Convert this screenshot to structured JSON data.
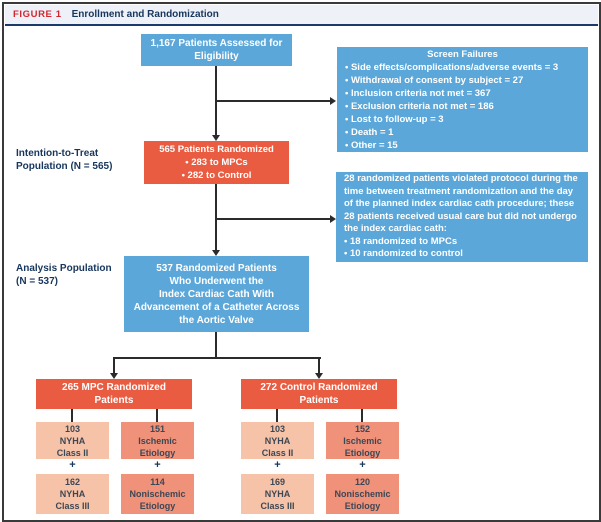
{
  "header": {
    "figure_label": "FIGURE 1",
    "title": "Enrollment and Randomization"
  },
  "colors": {
    "box_blue": "#5ba7d9",
    "box_red": "#e95c41",
    "box_peach": "#f6c3a9",
    "box_salmon": "#f0917a",
    "navy_text": "#17365d",
    "figure_label_red": "#d22630"
  },
  "flow": {
    "assessed": {
      "text": "1,167 Patients Assessed for Eligibility"
    },
    "screen_failures": {
      "title": "Screen Failures",
      "items": [
        "• Side effects/complications/adverse events = 3",
        "• Withdrawal of consent by subject = 27",
        "• Inclusion criteria not met = 367",
        "• Exclusion criteria not met = 186",
        "• Lost to follow-up = 3",
        "• Death = 1",
        "• Other = 15"
      ]
    },
    "itt_label": {
      "line1": "Intention-to-Treat",
      "line2": "Population (N = 565)"
    },
    "randomized": {
      "title": "565 Patients Randomized",
      "items": [
        "• 283 to MPCs",
        "• 282 to Control"
      ]
    },
    "protocol_violation": {
      "text": "28 randomized patients violated protocol during the time between treatment randomization and the day of the planned index cardiac cath procedure; these 28 patients received usual care but did not undergo the index cardiac cath:",
      "items": [
        "• 18 randomized to MPCs",
        "• 10 randomized to control"
      ]
    },
    "analysis_label": {
      "line1": "Analysis Population",
      "line2": "(N = 537)"
    },
    "analysis_box": {
      "lines": [
        "537 Randomized Patients",
        "Who Underwent the",
        "Index Cardiac Cath With",
        "Advancement of a Catheter Across",
        "the Aortic Valve"
      ]
    }
  },
  "arms": {
    "mpc": {
      "title_lines": [
        "265 MPC Randomized",
        "Patients"
      ],
      "boxes": [
        {
          "lines": [
            "103",
            "NYHA",
            "Class II"
          ]
        },
        {
          "lines": [
            "151",
            "Ischemic",
            "Etiology"
          ]
        },
        {
          "lines": [
            "162",
            "NYHA",
            "Class III"
          ]
        },
        {
          "lines": [
            "114",
            "Nonischemic",
            "Etiology"
          ]
        }
      ]
    },
    "control": {
      "title_lines": [
        "272 Control Randomized",
        "Patients"
      ],
      "boxes": [
        {
          "lines": [
            "103",
            "NYHA",
            "Class II"
          ]
        },
        {
          "lines": [
            "152",
            "Ischemic",
            "Etiology"
          ]
        },
        {
          "lines": [
            "169",
            "NYHA",
            "Class III"
          ]
        },
        {
          "lines": [
            "120",
            "Nonischemic",
            "Etiology"
          ]
        }
      ]
    }
  },
  "symbols": {
    "plus": "+"
  }
}
